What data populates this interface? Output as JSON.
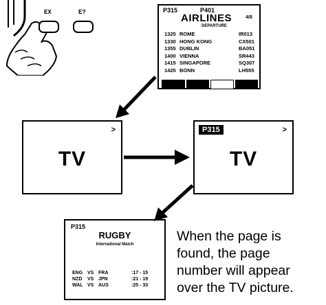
{
  "remote": {
    "buttons": [
      {
        "label": "EX",
        "icon": "text-reveal-icon"
      },
      {
        "label": "E?",
        "icon": "text-hold-icon"
      }
    ]
  },
  "airlines_screen": {
    "page": "P315",
    "page_found": "P401",
    "title": "AIRLINES",
    "subpage": "4/8",
    "subtitle": "DEPARTURE",
    "rows": [
      {
        "time": "1325",
        "city": "ROME",
        "flight": "IR013"
      },
      {
        "time": "1330",
        "city": "HONG KONG",
        "flight": "CX501"
      },
      {
        "time": "1355",
        "city": "DUBLIN",
        "flight": "BA051"
      },
      {
        "time": "1400",
        "city": "VIENNA",
        "flight": "SR443"
      },
      {
        "time": "1415",
        "city": "SINGAPORE",
        "flight": "SQ307"
      },
      {
        "time": "1425",
        "city": "BONN",
        "flight": "LH555"
      }
    ],
    "fastext_colors": [
      "#000000",
      "#000000",
      "#ffffff",
      "#000000"
    ]
  },
  "tv1": {
    "label": "TV",
    "indicator": ">"
  },
  "tv2": {
    "label": "TV",
    "indicator": ">",
    "page": "P315"
  },
  "rugby_screen": {
    "page": "P315",
    "title": "RUGBY",
    "subtitle": "International Match",
    "rows": [
      {
        "team1": "ENG",
        "vs": "VS",
        "team2": "FRA",
        "score": ":17 - 15"
      },
      {
        "team1": "NZD",
        "vs": "VS",
        "team2": "JPN",
        "score": ":21 - 19"
      },
      {
        "team1": "WAL",
        "vs": "VS",
        "team2": "AUS",
        "score": ":25 - 33"
      }
    ]
  },
  "caption": {
    "lines": [
      "When the page is",
      "found, the page",
      "number will appear",
      "over the TV picture."
    ]
  }
}
